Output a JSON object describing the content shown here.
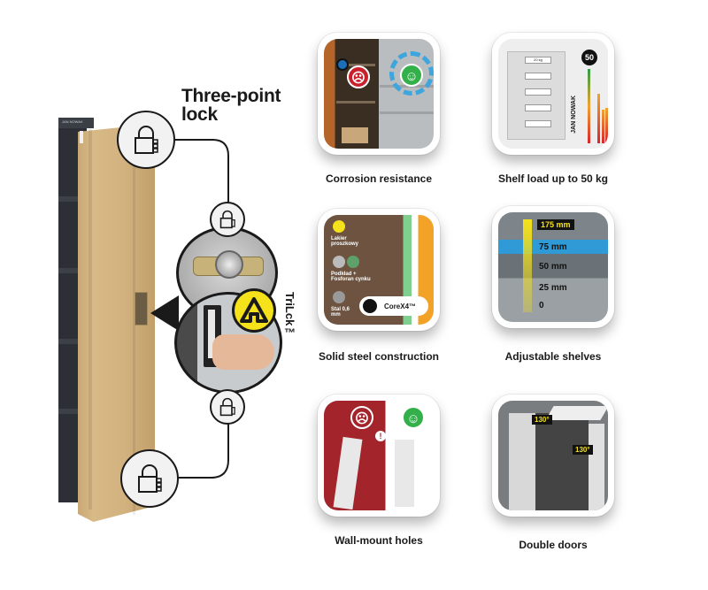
{
  "feature_title": "Three-point lock",
  "cabinet_brand": "JAN NOWAK",
  "trilock_label": "TriLck™",
  "tiles": [
    {
      "label": "Corrosion resistance"
    },
    {
      "label": "Shelf load up to 50 kg",
      "badge": "50",
      "badge_unit": "kg",
      "brand": "JAN NOWAK",
      "weight_tag": "20 kg"
    },
    {
      "label": "Solid steel construction",
      "layers": [
        "Lakier proszkowy",
        "Podkład + Fosforan cynku",
        "Stal 0,6 mm"
      ],
      "core_badge": "CoreX4™"
    },
    {
      "label": "Adjustable shelves",
      "measures": [
        "175 mm",
        "75 mm",
        "50 mm",
        "25 mm",
        "0"
      ]
    },
    {
      "label": "Wall-mount holes"
    },
    {
      "label": "Double doors",
      "angles": [
        "130°",
        "130°"
      ]
    }
  ],
  "colors": {
    "accent_yellow": "#f5e21a",
    "sad_red": "#c9202a",
    "happy_green": "#33b04a",
    "door_beige": "#d2b27f",
    "wall_red": "#a3242b"
  }
}
